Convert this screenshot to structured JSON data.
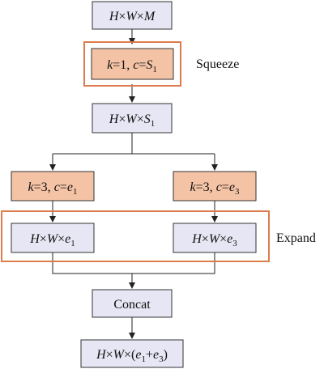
{
  "colors": {
    "shape_fill": "#e6e6f4",
    "conv_fill": "#f4c3a6",
    "frame": "#dc7b4c",
    "edge": "#222222",
    "border": "#333333"
  },
  "nodes": {
    "input": {
      "kind": "shape",
      "parts": [
        [
          "H",
          "i"
        ],
        [
          "×",
          ""
        ],
        [
          "W",
          "i"
        ],
        [
          "×",
          ""
        ],
        [
          "M",
          "i"
        ]
      ]
    },
    "squeeze_conv": {
      "kind": "conv",
      "parts": [
        [
          "k",
          "i"
        ],
        [
          "=1, ",
          ""
        ],
        [
          "c",
          "i"
        ],
        [
          "=",
          ""
        ],
        [
          "S",
          "i"
        ],
        [
          "1",
          "sub"
        ]
      ]
    },
    "squeezed": {
      "kind": "shape",
      "parts": [
        [
          "H",
          "i"
        ],
        [
          "×",
          ""
        ],
        [
          "W",
          "i"
        ],
        [
          "×",
          ""
        ],
        [
          "S",
          "i"
        ],
        [
          "1",
          "sub"
        ]
      ]
    },
    "conv_left": {
      "kind": "conv",
      "parts": [
        [
          "k",
          "i"
        ],
        [
          "=3, ",
          ""
        ],
        [
          "c",
          "i"
        ],
        [
          "=",
          ""
        ],
        [
          "e",
          "i"
        ],
        [
          "1",
          "sub"
        ]
      ]
    },
    "conv_right": {
      "kind": "conv",
      "parts": [
        [
          "k",
          "i"
        ],
        [
          "=3, ",
          ""
        ],
        [
          "c",
          "i"
        ],
        [
          "=",
          ""
        ],
        [
          "e",
          "i"
        ],
        [
          "3",
          "sub"
        ]
      ]
    },
    "expand_left": {
      "kind": "shape",
      "parts": [
        [
          "H",
          "i"
        ],
        [
          "×",
          ""
        ],
        [
          "W",
          "i"
        ],
        [
          "×",
          ""
        ],
        [
          "e",
          "i"
        ],
        [
          "1",
          "sub"
        ]
      ]
    },
    "expand_right": {
      "kind": "shape",
      "parts": [
        [
          "H",
          "i"
        ],
        [
          "×",
          ""
        ],
        [
          "W",
          "i"
        ],
        [
          "×",
          ""
        ],
        [
          "e",
          "i"
        ],
        [
          "3",
          "sub"
        ]
      ]
    },
    "concat": {
      "kind": "shape",
      "parts": [
        [
          "Concat",
          ""
        ]
      ]
    },
    "output": {
      "kind": "shape",
      "parts": [
        [
          "H",
          "i"
        ],
        [
          "×",
          ""
        ],
        [
          "W",
          "i"
        ],
        [
          "×(",
          ""
        ],
        [
          "e",
          "i"
        ],
        [
          "1",
          "sub"
        ],
        [
          "+",
          ""
        ],
        [
          "e",
          "i"
        ],
        [
          "3",
          "sub"
        ],
        [
          ")",
          ""
        ]
      ]
    }
  },
  "labels": {
    "squeeze": "Squeeze",
    "expand": "Expand"
  }
}
